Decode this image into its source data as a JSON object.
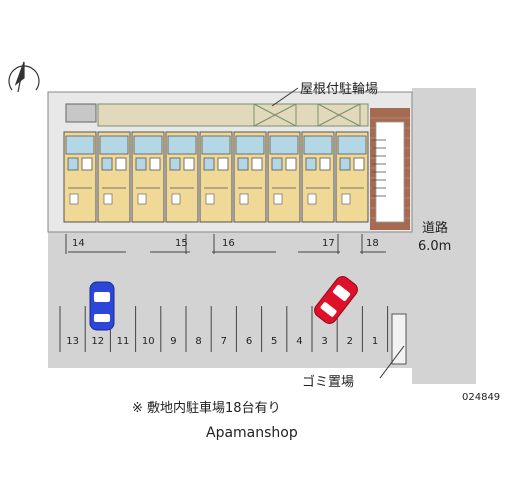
{
  "labels": {
    "bike_shelter": "屋根付駐輪場",
    "road_name": "道路",
    "road_width": "6.0m",
    "garbage": "ゴミ置場",
    "parking_note": "※ 敷地内駐車場18台有り",
    "brand": "Apamanshop",
    "code": "024849",
    "compass_n": "N"
  },
  "parking_top": [
    "14",
    "15",
    "16",
    "17",
    "18"
  ],
  "parking_bottom": [
    "13",
    "12",
    "11",
    "10",
    "9",
    "8",
    "7",
    "6",
    "5",
    "4",
    "3",
    "2",
    "1"
  ],
  "colors": {
    "lot": "#d3d3d3",
    "building_floor": "#f0d896",
    "building_wall": "#b4d7e6",
    "shelter": "#e2d9bd",
    "brick": "#a46b52",
    "blue_car": "#2b46d9",
    "red_car": "#e0102a"
  }
}
